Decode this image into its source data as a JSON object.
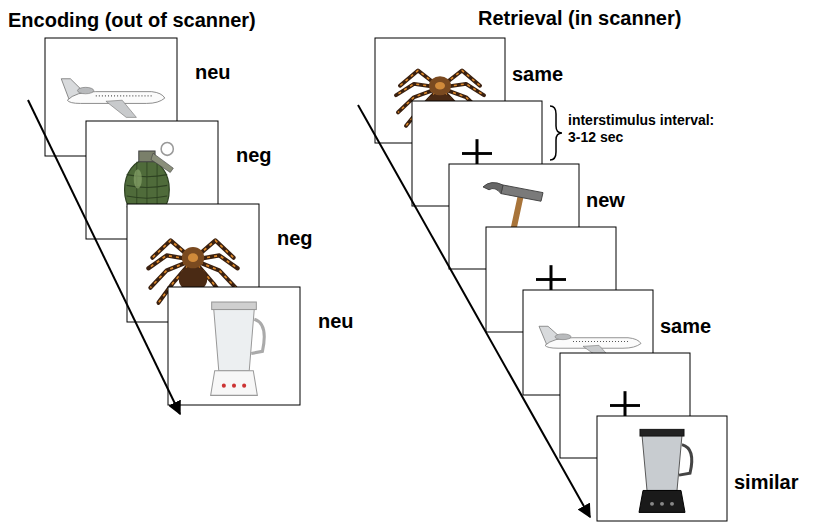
{
  "diagram": {
    "labels": [
      "Encoding (out of scanner)",
      "neu",
      "neg",
      "neg",
      "neu",
      "Retrieval (in scanner)",
      "same",
      "interstimulus interval: 3-12 sec",
      "new",
      "same",
      "similar"
    ]
  }
}
